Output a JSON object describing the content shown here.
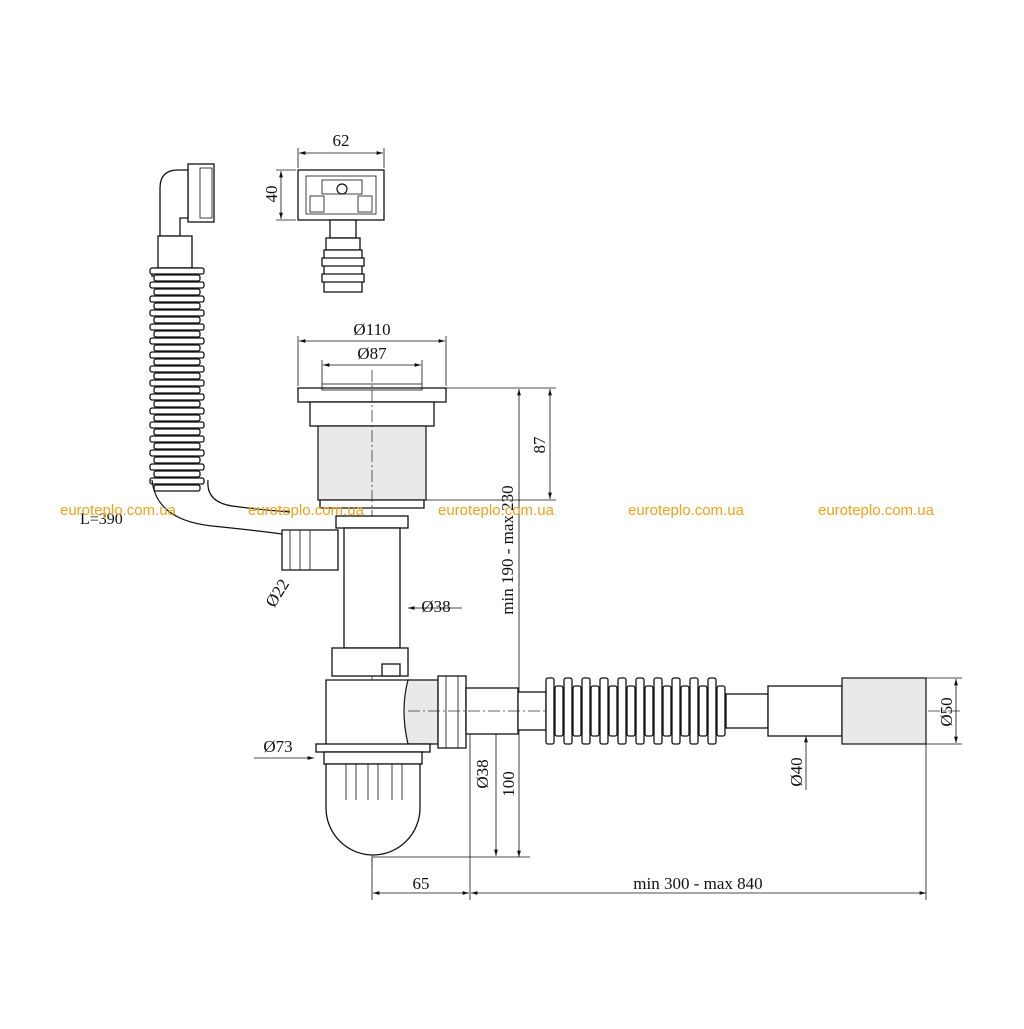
{
  "dimensions": {
    "top_width": "62",
    "top_height": "40",
    "strainer_outer_diameter": "Ø110",
    "strainer_inner_diameter": "Ø87",
    "body_height": "87",
    "total_height": "min 190 - max 230",
    "pipe_diameter": "Ø38",
    "overflow_diameter": "Ø22",
    "bowl_diameter": "Ø73",
    "outlet_diameter": "Ø38",
    "siphon_height": "100",
    "offset": "65",
    "hose_length": "min 300 - max 840",
    "hose_diameter": "Ø40",
    "end_diameter": "Ø50",
    "overflow_hose_length": "L=390"
  },
  "watermarks": [
    "euroteplo.com.ua",
    "euroteplo.com.ua",
    "euroteplo.com.ua",
    "euroteplo.com.ua",
    "euroteplo.com.ua"
  ],
  "colors": {
    "line": "#111111",
    "watermark": "#f0a21a",
    "fill": "#e9e9e9"
  }
}
